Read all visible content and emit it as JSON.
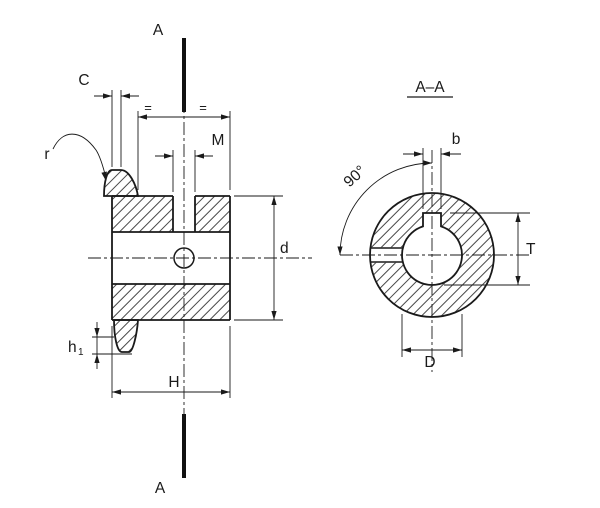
{
  "drawing": {
    "background_color": "#ffffff",
    "line_color": "#1a1a1a"
  },
  "left_view": {
    "section_label_top": "A",
    "section_label_bottom": "A",
    "label_c": "C",
    "label_r": "r",
    "label_m": "M",
    "label_d": "d",
    "label_H": "H",
    "label_h1_base": "h",
    "label_h1_sub": "1",
    "equal_mark_left": "=",
    "equal_mark_right": "="
  },
  "section_view": {
    "title": "A–A",
    "label_b": "b",
    "label_angle": "90°",
    "label_T": "T",
    "label_D": "D"
  }
}
